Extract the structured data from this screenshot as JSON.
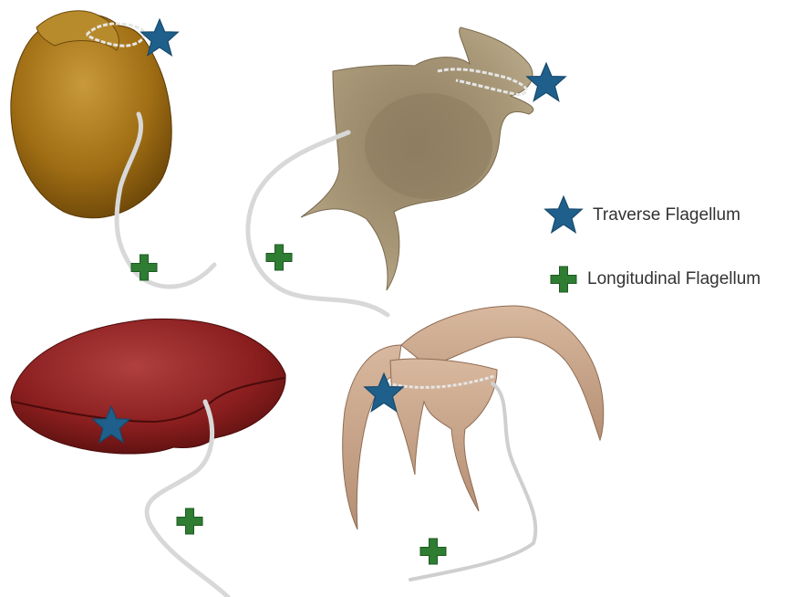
{
  "legend": {
    "items": [
      {
        "marker": "star-icon",
        "label": "Traverse Flagellum"
      },
      {
        "marker": "plus-icon",
        "label": "Longitudinal Flagellum"
      }
    ]
  },
  "colors": {
    "star_marker": "#1f5f8b",
    "plus_marker": "#2e7d32",
    "flagellum": "#d8d8d8",
    "cell_golden": "#a06e14",
    "cell_tan": "#a89878",
    "cell_red": "#8a1e1e",
    "cell_pink": "#c9a48a"
  },
  "organisms": [
    {
      "name": "golden-ovoid-cell"
    },
    {
      "name": "tan-winged-cell"
    },
    {
      "name": "red-lens-cell"
    },
    {
      "name": "pink-horned-cell"
    }
  ]
}
